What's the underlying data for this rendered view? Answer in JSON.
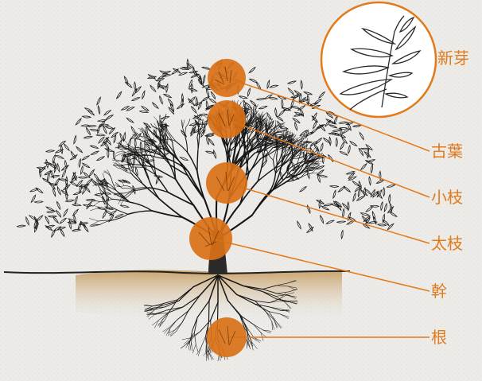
{
  "labels": {
    "shoot": "新芽",
    "old_leaf": "古葉",
    "twig": "小枝",
    "branch": "太枝",
    "trunk": "幹",
    "root": "根"
  },
  "colors": {
    "accent": "#e27a1c",
    "marker": "#d97016",
    "ink": "#1a1a1a",
    "soil": "#c9a36a",
    "background": "#ecebe8"
  }
}
